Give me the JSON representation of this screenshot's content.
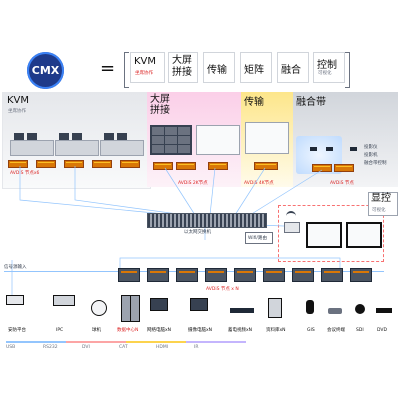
{
  "header": {
    "logo": "CMX",
    "equals": "=",
    "items": [
      {
        "big": "KVM",
        "small": "坐席协作"
      },
      {
        "big": "大屏\n拼接",
        "small": ""
      },
      {
        "big": "传输",
        "small": ""
      },
      {
        "big": "矩阵",
        "small": ""
      },
      {
        "big": "融合",
        "small": ""
      },
      {
        "big": "控制",
        "small": "可视化"
      }
    ]
  },
  "panels": {
    "kvm": {
      "title": "KVM",
      "sub": "坐席协作",
      "node_label": "AVDiS 节点x6"
    },
    "bigscreen": {
      "title": "大屏\n拼接",
      "node_label": "AVDiS 2K节点"
    },
    "transmit": {
      "title": "传输",
      "node_label": "AVDiS 4K节点"
    },
    "fusion": {
      "title": "融合带",
      "node_label": "AVDiS 节点",
      "side_labels": [
        "投影仪",
        "投影机",
        "融合带控制"
      ]
    },
    "display_ctrl": {
      "title": "显控",
      "sub": "可视化"
    }
  },
  "switch_label": "以太网交换机",
  "wifi_label": "Wifi/路由",
  "signal_label": "信号源输入",
  "node_row_label": "AVDiS 节点 x N",
  "devices": [
    {
      "label": "安防平台",
      "color": "#111111"
    },
    {
      "label": "IPC",
      "color": "#111111"
    },
    {
      "label": "球机",
      "color": "#111111"
    },
    {
      "label": "数据中心N",
      "color": "#dc2626"
    },
    {
      "label": "网络电脑xN",
      "color": "#111111"
    },
    {
      "label": "摄像电脑xN",
      "color": "#111111"
    },
    {
      "label": "蓄电视频xN",
      "color": "#111111"
    },
    {
      "label": "资料库xN",
      "color": "#111111"
    },
    {
      "label": "GIS",
      "color": "#111111"
    },
    {
      "label": "会议终端",
      "color": "#111111"
    },
    {
      "label": "SDI",
      "color": "#111111"
    },
    {
      "label": "DVD",
      "color": "#111111"
    }
  ],
  "interfaces": [
    "USB",
    "RS232",
    "DVI",
    "CAT",
    "HDMI",
    "IR"
  ],
  "colors": {
    "logo": "#1e3a8a",
    "kvm_panel": "#f3f4f6",
    "bigscreen_panel": "#fce7f3",
    "transmit_panel": "#fef3c7",
    "fusion_panel": "#e5e7eb",
    "line": "#93c5fd",
    "node": "#d97706"
  }
}
